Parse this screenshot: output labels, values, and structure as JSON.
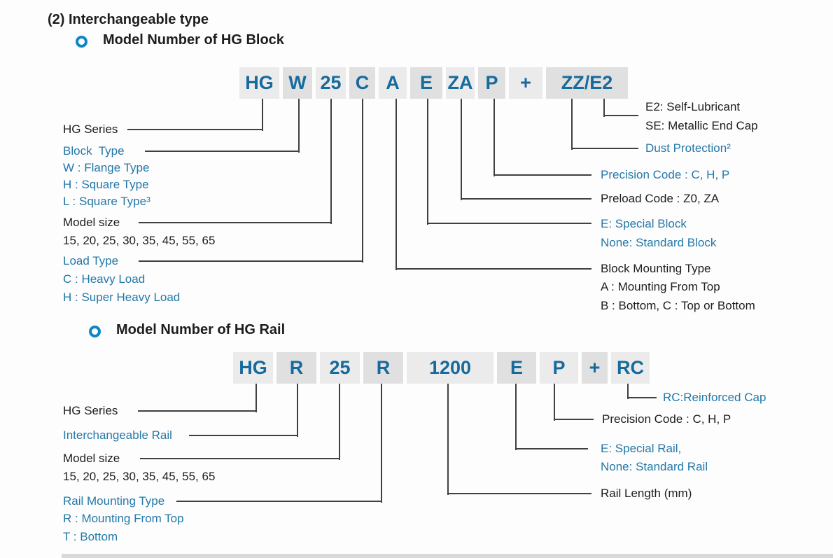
{
  "theme": {
    "accent_bullet": "#0e86c6",
    "code_text_blue": "#176a9c",
    "label_blue": "#2478a8",
    "text_black": "#1d1d1b",
    "line_color": "#404040",
    "box_bg_light": "#ebebeb",
    "box_bg_dark": "#e0e0e0"
  },
  "page": {
    "title": "(2) Interchangeable type"
  },
  "block_diagram": {
    "heading": "Model Number of HG Block",
    "code_segments": [
      "HG",
      "W",
      "25",
      "C",
      "A",
      "E",
      "ZA",
      "P",
      "+",
      "ZZ/E2"
    ],
    "labels_left": [
      "HG Series",
      "Block  Type",
      "W : Flange Type",
      "H : Square Type",
      "L : Square Type³",
      "Model size",
      "15, 20, 25, 30, 35, 45, 55, 65",
      "Load Type",
      "C : Heavy Load",
      "H : Super Heavy Load"
    ],
    "labels_right": [
      "E2: Self-Lubricant",
      "SE: Metallic End Cap",
      "Dust Protection²",
      "Precision Code : C, H, P",
      "Preload Code : Z0, ZA",
      "E: Special Block",
      "None: Standard Block",
      "Block Mounting Type",
      "A : Mounting From Top",
      "B : Bottom, C : Top or Bottom"
    ]
  },
  "rail_diagram": {
    "heading": "Model Number of HG Rail",
    "code_segments": [
      "HG",
      "R",
      "25",
      "R",
      "1200",
      "E",
      "P",
      "+",
      "RC"
    ],
    "labels_left": [
      "HG Series",
      "Interchangeable Rail",
      "Model size",
      "15, 20, 25, 30, 35, 45, 55, 65",
      "Rail Mounting Type",
      "R : Mounting From Top",
      "T : Bottom"
    ],
    "labels_right": [
      "RC:Reinforced Cap",
      "Precision Code : C, H, P",
      "E: Special Rail,",
      "None: Standard Rail",
      "Rail Length (mm)"
    ]
  }
}
